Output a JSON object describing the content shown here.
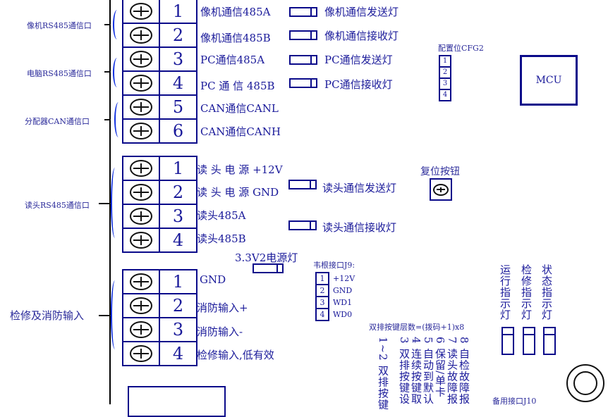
{
  "groups": {
    "camera": "像机RS485通信口",
    "pc": "电脑RS485通信口",
    "can": "分配器CAN通信口",
    "reader": "读头RS485通信口",
    "fire": "检修及消防输入"
  },
  "block1": {
    "pins": [
      {
        "num": "1",
        "label": "像机通信485A"
      },
      {
        "num": "2",
        "label": "像机通信485B"
      },
      {
        "num": "3",
        "label": "PC通信485A"
      },
      {
        "num": "4",
        "label": "PC 通  信  485B"
      },
      {
        "num": "5",
        "label": "CAN通信CANL"
      },
      {
        "num": "6",
        "label": "CAN通信CANH"
      }
    ]
  },
  "block2": {
    "pins": [
      {
        "num": "1",
        "label": "读 头 电 源 +12V"
      },
      {
        "num": "2",
        "label": "读 头 电 源 GND"
      },
      {
        "num": "3",
        "label": "读头485A"
      },
      {
        "num": "4",
        "label": "读头485B"
      }
    ]
  },
  "block3": {
    "pins": [
      {
        "num": "1",
        "label": "GND"
      },
      {
        "num": "2",
        "label": "消防输入+"
      },
      {
        "num": "3",
        "label": "消防输入-"
      },
      {
        "num": "4",
        "label": "检修输入,低有效"
      }
    ]
  },
  "leds": {
    "camera_tx": "像机通信发送灯",
    "camera_rx": "像机通信接收灯",
    "pc_tx": "PC通信发送灯",
    "pc_rx": "PC通信接收灯",
    "reader_tx": "读头通信发送灯",
    "reader_rx": "读头通信接收灯",
    "power": "3.3V2电源灯",
    "run": "运行指示灯",
    "service": "检修指示灯",
    "status": "状态指示灯"
  },
  "cfg2": {
    "title": "配置位CFG2",
    "cells": [
      "1",
      "2",
      "3",
      "4"
    ]
  },
  "mcu": "MCU",
  "reset": "复位按钮",
  "j9": {
    "title": "韦根接口J9:",
    "cells": [
      "1",
      "2",
      "3",
      "4"
    ],
    "labels": [
      "+12V",
      "GND",
      "WD1",
      "WD0"
    ]
  },
  "dip": {
    "formula": "双排按键层数=(拨码+1)x8",
    "lines": [
      "8 自检故障报",
      "7 读头故障报",
      "6 保留/单卡",
      "5 自动到默认",
      "4 连续按键取",
      "3 双排按键设",
      "1~2 双排按键"
    ]
  },
  "j10": "备用接口J10"
}
